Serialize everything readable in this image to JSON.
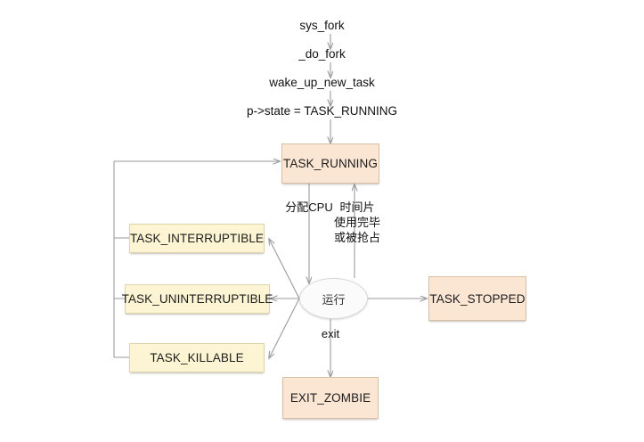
{
  "diagram": {
    "title_chain": [
      {
        "id": "sys_fork",
        "text": "sys_fork"
      },
      {
        "id": "do_fork",
        "text": "_do_fork"
      },
      {
        "id": "wake_up_new_task",
        "text": "wake_up_new_task"
      },
      {
        "id": "p_state_assign",
        "text": "p->state = TASK_RUNNING"
      }
    ],
    "nodes": {
      "task_running": "TASK_RUNNING",
      "task_interruptible": "TASK_INTERRUPTIBLE",
      "task_uninterruptible": "TASK_UNINTERRUPTIBLE",
      "task_killable": "TASK_KILLABLE",
      "task_stopped": "TASK_STOPPED",
      "exit_zombie": "EXIT_ZOMBIE",
      "running_state": "运行"
    },
    "edge_labels": {
      "allocate_cpu": "分配CPU",
      "timeslice_line1": "时间片",
      "timeslice_line2": "使用完毕",
      "timeslice_line3": "或被抢占",
      "exit": "exit"
    },
    "colors": {
      "peach_fill": "#fbe6d4",
      "peach_border": "#d9bfa6",
      "cream_fill": "#fcf4d2",
      "cream_border": "#ddd4ae",
      "ellipse_fill": "#fbfbfb",
      "ellipse_border": "#d8d8d8",
      "edge_stroke": "#9a9a9a",
      "text": "#1c1c1c",
      "background": "#ffffff"
    }
  }
}
